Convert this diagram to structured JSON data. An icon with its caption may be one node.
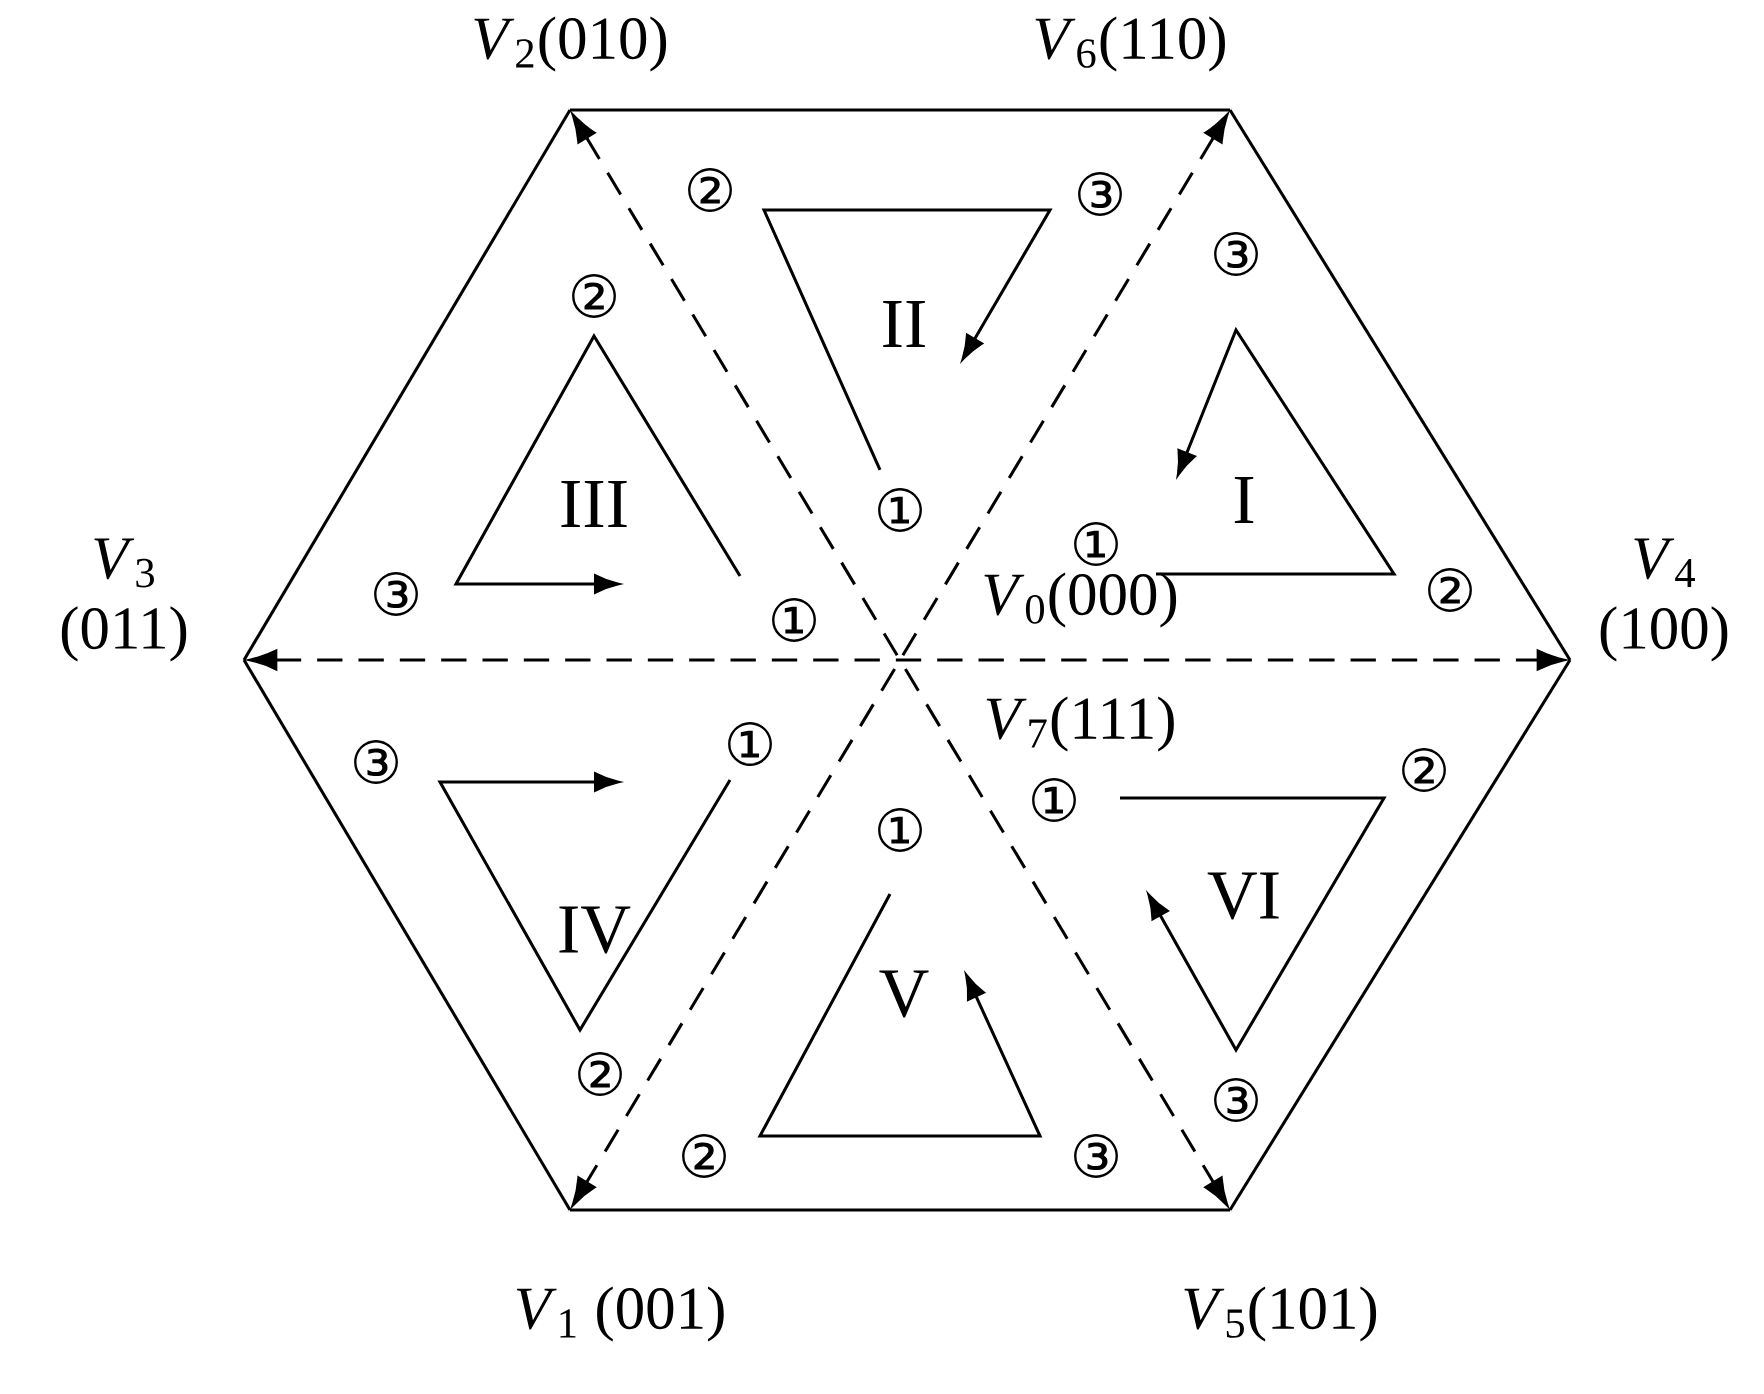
{
  "diagram": {
    "nodes": [
      {
        "text": [
          "*V*$_{2}$(010)"
        ]
      },
      {
        "text": [
          "*V*$_{6}$(110)"
        ]
      },
      {
        "text": [
          "*V*$_{3}$ (011)"
        ]
      },
      {
        "text": [
          "*V*$_{4}$ (100)"
        ]
      },
      {
        "text": [
          "*V*$_{1}$ (001)"
        ]
      },
      {
        "text": [
          "*V*$_{5}$(101)"
        ]
      }
    ],
    "edges": [
      {
        "from": 2,
        "to": 3,
        "arrow": "both",
        "style": "dashed"
      },
      {
        "from": 0,
        "to": 5,
        "arrow": "both",
        "style": "dashed"
      },
      {
        "from": 1,
        "to": 4,
        "arrow": "both",
        "style": "dashed"
      },
      {
        "from": 0,
        "to": 1,
        "arrow": "none"
      },
      {
        "from": 1,
        "to": 3,
        "arrow": "none"
      },
      {
        "from": 3,
        "to": 5,
        "arrow": "none"
      },
      {
        "from": 5,
        "to": 4,
        "arrow": "none"
      },
      {
        "from": 4,
        "to": 2,
        "arrow": "none"
      },
      {
        "from": 2,
        "to": 0,
        "arrow": "none"
      }
    ],
    "labels": [
      "②",
      "③",
      "③",
      "②",
      "II",
      "III",
      "I",
      "①",
      "①",
      "③",
      "①",
      "②",
      "*V*$_{0}$(000)",
      "*V*$_{7}$(111)",
      "①",
      "③",
      "②",
      "①",
      "①",
      "IV",
      "VI",
      "V",
      "②",
      "③",
      "②",
      "③"
    ]
  }
}
